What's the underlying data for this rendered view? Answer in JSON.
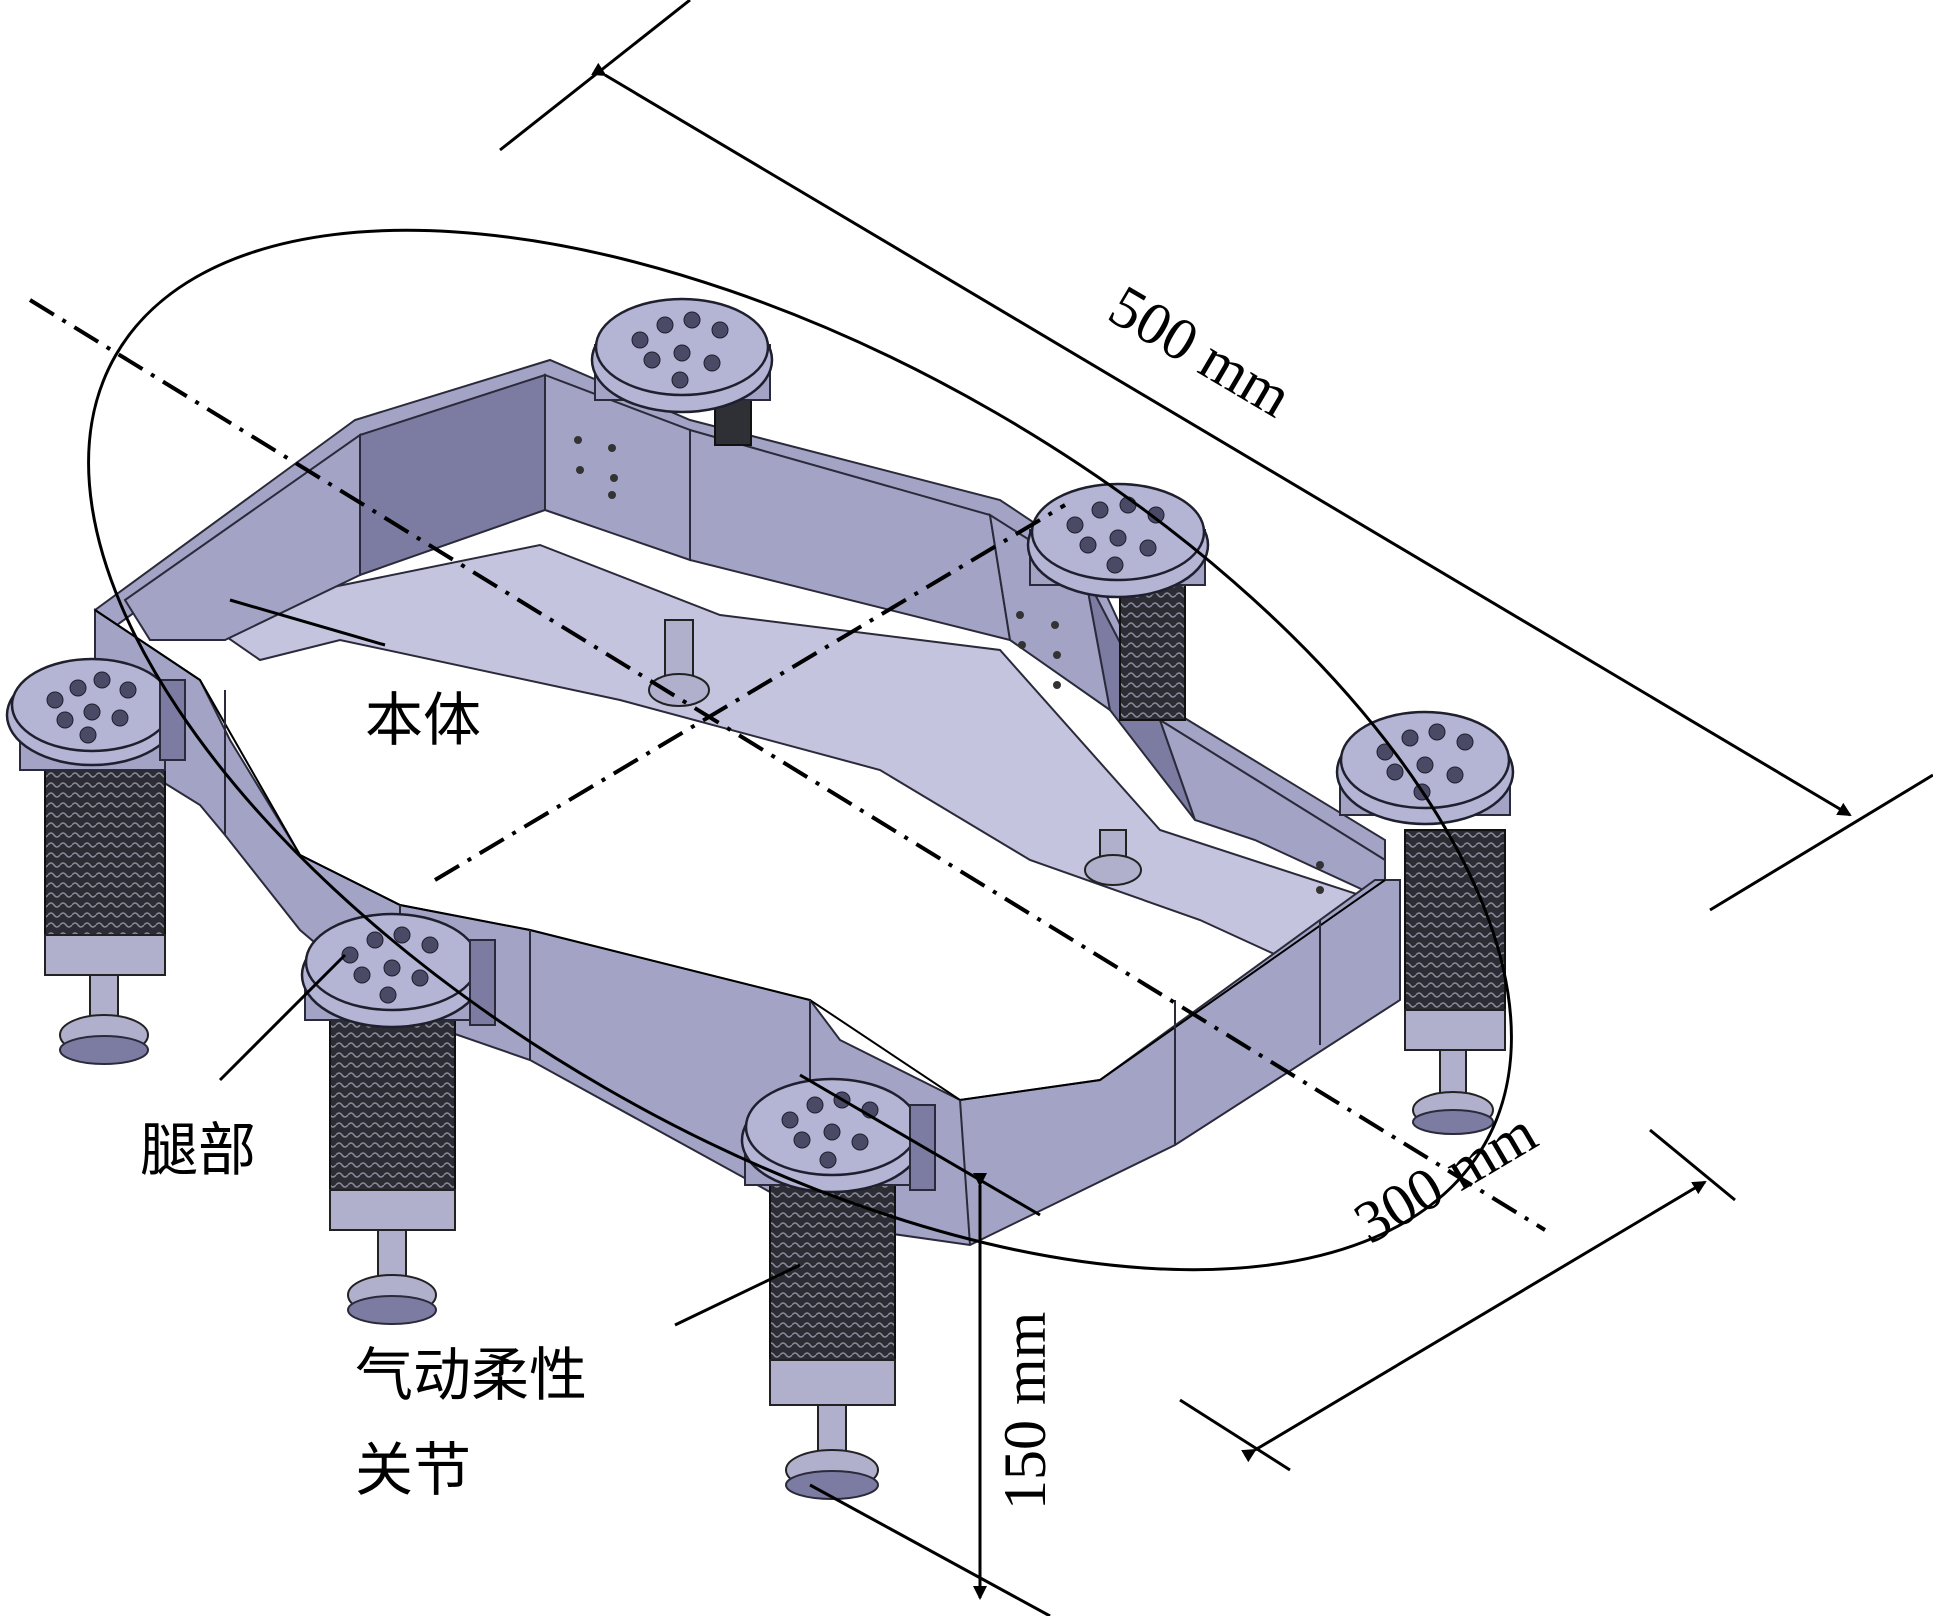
{
  "labels": {
    "body": "本体",
    "leg": "腿部",
    "joint_line1": "气动柔性",
    "joint_line2": "关节"
  },
  "dimensions": {
    "length": "500 mm",
    "width": "300 mm",
    "height": "150 mm"
  },
  "colors": {
    "metal": "#a3a3c6",
    "bellows": "#2f2f36",
    "lines": "#000000"
  }
}
